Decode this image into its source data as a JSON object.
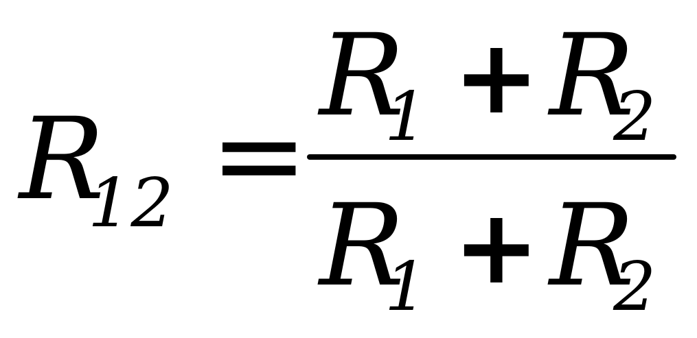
{
  "formula": {
    "lhs": {
      "symbol": "R",
      "subscript": "12"
    },
    "equals": "=",
    "numerator": {
      "term1": {
        "symbol": "R",
        "subscript": "1"
      },
      "operator": "+",
      "term2": {
        "symbol": "R",
        "subscript": "2"
      }
    },
    "denominator": {
      "term1": {
        "symbol": "R",
        "subscript": "1"
      },
      "operator": "+",
      "term2": {
        "symbol": "R",
        "subscript": "2"
      }
    }
  }
}
